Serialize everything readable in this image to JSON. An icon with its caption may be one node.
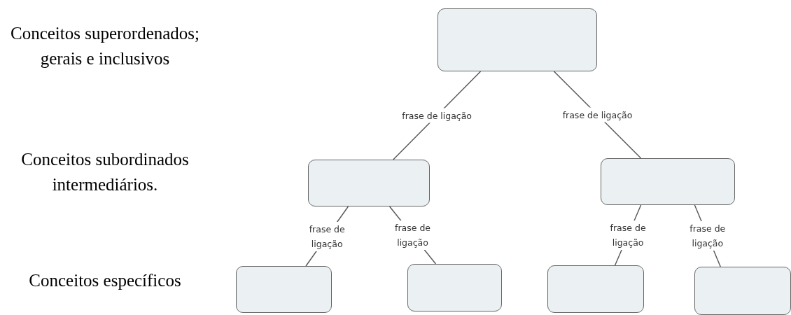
{
  "diagram": {
    "nodes": [
      {
        "text": [],
        "shape": "box"
      },
      {
        "text": [],
        "shape": "box"
      },
      {
        "text": [],
        "shape": "box"
      },
      {
        "text": [],
        "shape": "box"
      },
      {
        "text": [],
        "shape": "box"
      },
      {
        "text": [],
        "shape": "box"
      },
      {
        "text": [],
        "shape": "box"
      }
    ],
    "edges": [
      {
        "from": 0,
        "to": 1,
        "arrow": "none",
        "label": "frase de ligação"
      },
      {
        "from": 0,
        "to": 2,
        "arrow": "none",
        "label": "frase de ligação"
      },
      {
        "from": 1,
        "to": 3,
        "arrow": "none",
        "label": "frase de ligação"
      },
      {
        "from": 1,
        "to": 4,
        "arrow": "none",
        "label": "frase de ligação"
      },
      {
        "from": 2,
        "to": 5,
        "arrow": "none",
        "label": "frase de ligação"
      },
      {
        "from": 2,
        "to": 6,
        "arrow": "none",
        "label": "frase de ligação"
      }
    ],
    "labels": [
      "Conceitos superordenados; gerais e inclusivos",
      "Conceitos subordinados intermediários.",
      "Conceitos específicos"
    ]
  }
}
